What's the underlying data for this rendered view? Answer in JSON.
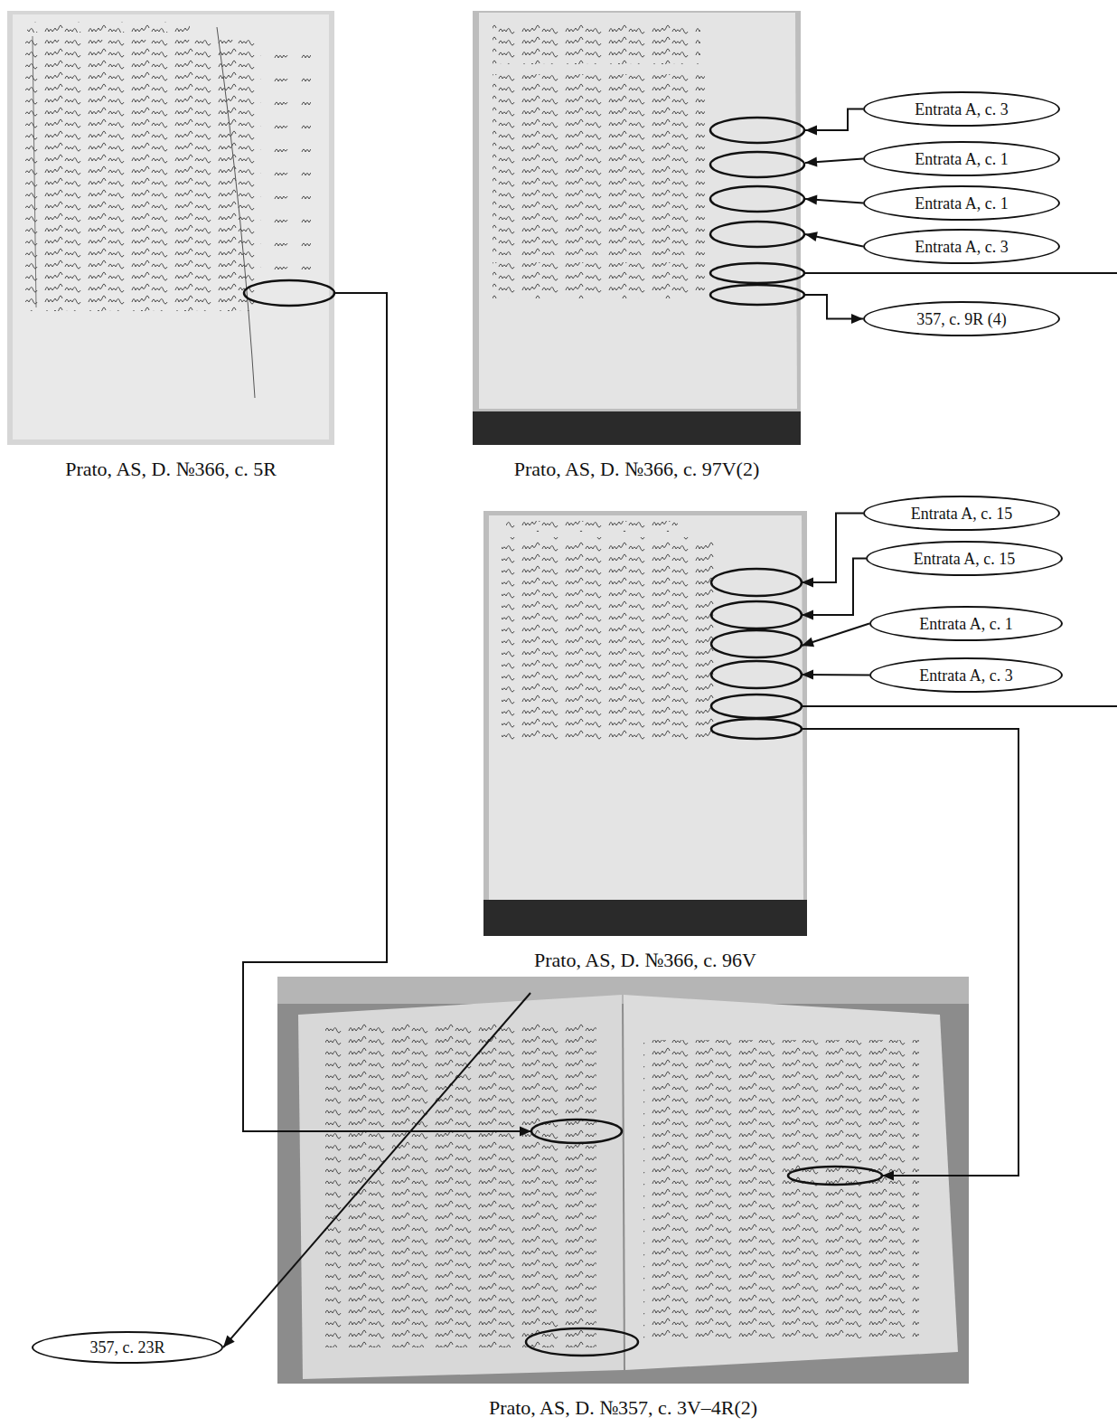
{
  "diagram": {
    "nodes": [
      {
        "text": [
          "Prato, AS, D. №366, c. 5R"
        ]
      },
      {
        "text": [
          "Prato, AS, D. №366, c. 97V(2)"
        ]
      },
      {
        "text": [
          "Entrata A, c. 3"
        ]
      },
      {
        "text": [
          "Entrata A, c. 1"
        ]
      },
      {
        "text": [
          "Entrata A, c. 1"
        ]
      },
      {
        "text": [
          "Entrata A, c. 3"
        ]
      },
      {
        "text": [
          "357, c. 9R (4)"
        ]
      },
      {
        "text": [
          "Prato, AS, D. №366, c. 96V"
        ]
      },
      {
        "text": [
          "Entrata A, c. 15"
        ]
      },
      {
        "text": [
          "Entrata A, c. 15"
        ]
      },
      {
        "text": [
          "Entrata A, c. 1"
        ]
      },
      {
        "text": [
          "Entrata A, c. 3"
        ]
      },
      {
        "text": [
          "Prato, AS, D. №357, c. 3V–4R(2)"
        ]
      },
      {
        "text": [
          "357, c. 23R"
        ]
      }
    ],
    "edges": [
      {
        "from": 2,
        "to": 1,
        "arrow": "to"
      },
      {
        "from": 3,
        "to": 1,
        "arrow": "to"
      },
      {
        "from": 4,
        "to": 1,
        "arrow": "to"
      },
      {
        "from": 5,
        "to": 1,
        "arrow": "to"
      },
      {
        "from": 1,
        "to": 6,
        "arrow": "to"
      },
      {
        "from": 8,
        "to": 7,
        "arrow": "to"
      },
      {
        "from": 9,
        "to": 7,
        "arrow": "to"
      },
      {
        "from": 10,
        "to": 7,
        "arrow": "to"
      },
      {
        "from": 11,
        "to": 7,
        "arrow": "to"
      },
      {
        "from": 0,
        "to": 12,
        "arrow": "to"
      },
      {
        "from": 7,
        "to": 12,
        "arrow": "to"
      },
      {
        "from": 12,
        "to": 13,
        "arrow": "to"
      }
    ]
  }
}
